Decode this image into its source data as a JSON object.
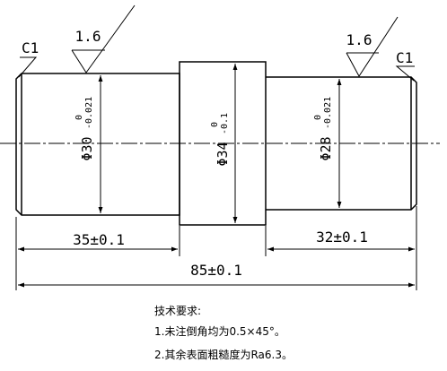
{
  "roughness": {
    "left": "1.6",
    "right": "1.6"
  },
  "chamfer": {
    "left": "C1",
    "right": "C1"
  },
  "diameters": {
    "left": {
      "main": "Φ30",
      "upper": "0",
      "lower": "-0.021"
    },
    "middle": {
      "main": "Φ34",
      "upper": "0",
      "lower": "-0.1"
    },
    "right": {
      "main": "Φ28",
      "upper": "0",
      "lower": "-0.021"
    }
  },
  "lengths": {
    "left": "35±0.1",
    "right": "32±0.1",
    "total": "85±0.1"
  },
  "notes": {
    "title": "技术要求:",
    "item1": "1.未注倒角均为0.5×45°。",
    "item2": "2.其余表面粗糙度为Ra6.3。"
  }
}
